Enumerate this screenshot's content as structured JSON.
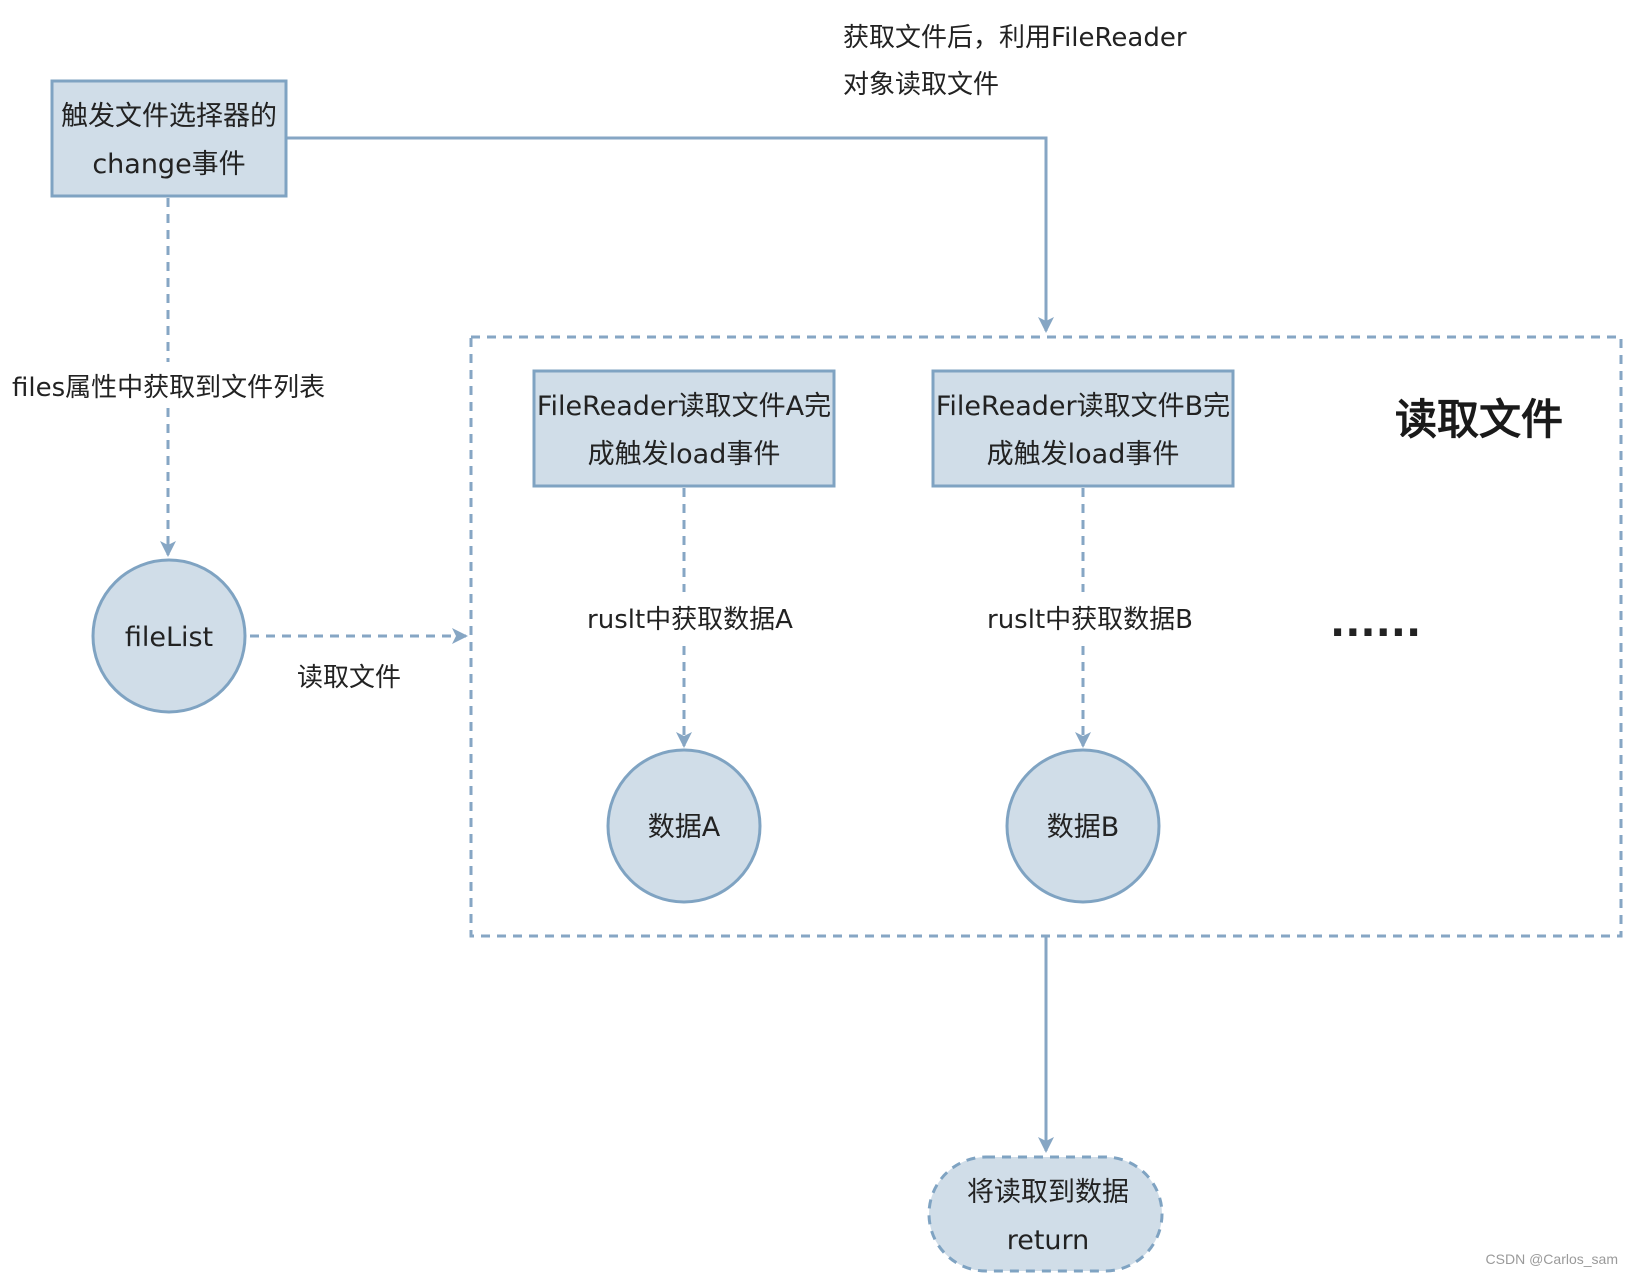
{
  "nodes": {
    "trigger": {
      "line1": "触发文件选择器的",
      "line2": "change事件"
    },
    "file_list": {
      "label": "fileList"
    },
    "reader_a": {
      "line1": "FileReader读取文件A完",
      "line2": "成触发load事件"
    },
    "reader_b": {
      "line1": "FileReader读取文件B完",
      "line2": "成触发load事件"
    },
    "data_a": {
      "label": "数据A"
    },
    "data_b": {
      "label": "数据B"
    },
    "return_node": {
      "line1": "将读取到数据",
      "line2": "return"
    }
  },
  "edges": {
    "top_note": {
      "line1": "获取文件后，利用FileReader",
      "line2": "对象读取文件"
    },
    "files_attr": "files属性中获取到文件列表",
    "read_file": "读取文件",
    "result_a": "ruslt中获取数据A",
    "result_b": "ruslt中获取数据B"
  },
  "group": {
    "title": "读取文件",
    "ellipsis": "......"
  },
  "watermark": "CSDN @Carlos_sam",
  "colors": {
    "node_fill": "#d0dde8",
    "node_stroke": "#7fa3c2",
    "edge": "#86a6c4",
    "text": "#222222"
  }
}
